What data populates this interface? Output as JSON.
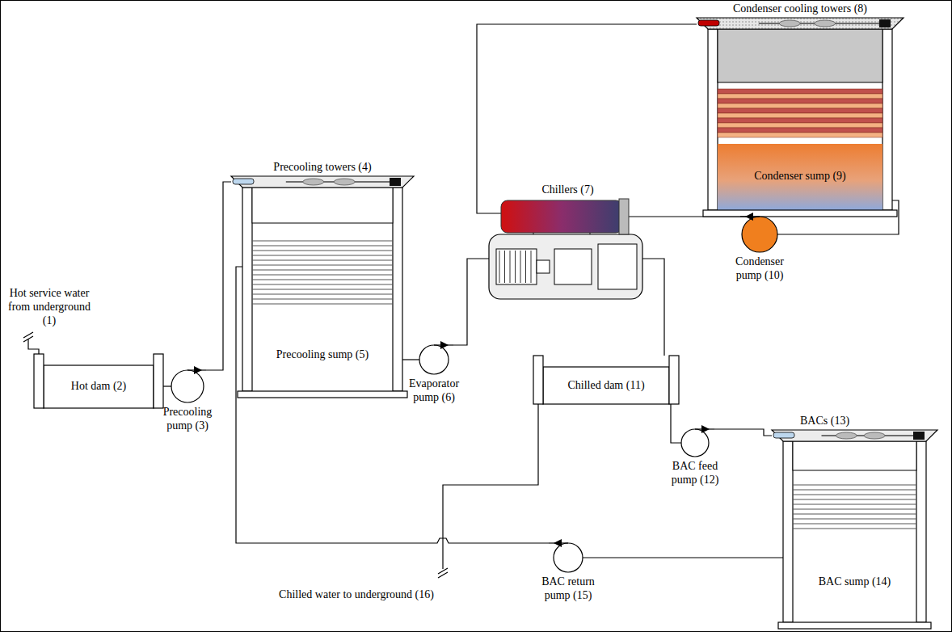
{
  "diagram": {
    "nodes": [
      {
        "text": [
          "Hot dam (2)"
        ]
      },
      {
        "text": [
          "Precooling pump (3)"
        ]
      },
      {
        "text": [
          "Precooling towers (4)"
        ]
      },
      {
        "text": [
          "Precooling sump (5)"
        ],
        "in": 2
      },
      {
        "text": [
          "Evaporator pump (6)"
        ]
      },
      {
        "text": [
          "Chillers (7)"
        ]
      },
      {
        "text": [
          "Condenser cooling towers (8)"
        ]
      },
      {
        "text": [
          "Condenser sump (9)"
        ],
        "in": 6
      },
      {
        "text": [
          "Condenser pump (10)"
        ]
      },
      {
        "text": [
          "Chilled dam (11)"
        ]
      },
      {
        "text": [
          "BAC feed pump (12)"
        ]
      },
      {
        "text": [
          "BACs (13)"
        ]
      },
      {
        "text": [
          "BAC sump (14)"
        ],
        "in": 11
      },
      {
        "text": [
          "BAC return pump (15)"
        ]
      }
    ],
    "edges": [
      {
        "from": 0,
        "to": 1,
        "arrow": "none"
      },
      {
        "from": 1,
        "to": 2,
        "arrow": "none"
      },
      {
        "from": 3,
        "to": 4,
        "arrow": "none"
      },
      {
        "from": 4,
        "to": 5,
        "arrow": "none"
      },
      {
        "from": 5,
        "to": 9,
        "arrow": "none"
      },
      {
        "from": 5,
        "to": 6,
        "arrow": "none"
      },
      {
        "from": 7,
        "to": 8,
        "arrow": "none"
      },
      {
        "from": 8,
        "to": 5,
        "arrow": "none"
      },
      {
        "from": 9,
        "to": 10,
        "arrow": "none"
      },
      {
        "from": 10,
        "to": 11,
        "arrow": "none"
      },
      {
        "from": 12,
        "to": 13,
        "arrow": "none"
      },
      {
        "from": 13,
        "to": 2,
        "arrow": "none"
      }
    ],
    "labels": [
      "Hot service water from underground (1)",
      "Chilled water to underground (16)"
    ]
  }
}
